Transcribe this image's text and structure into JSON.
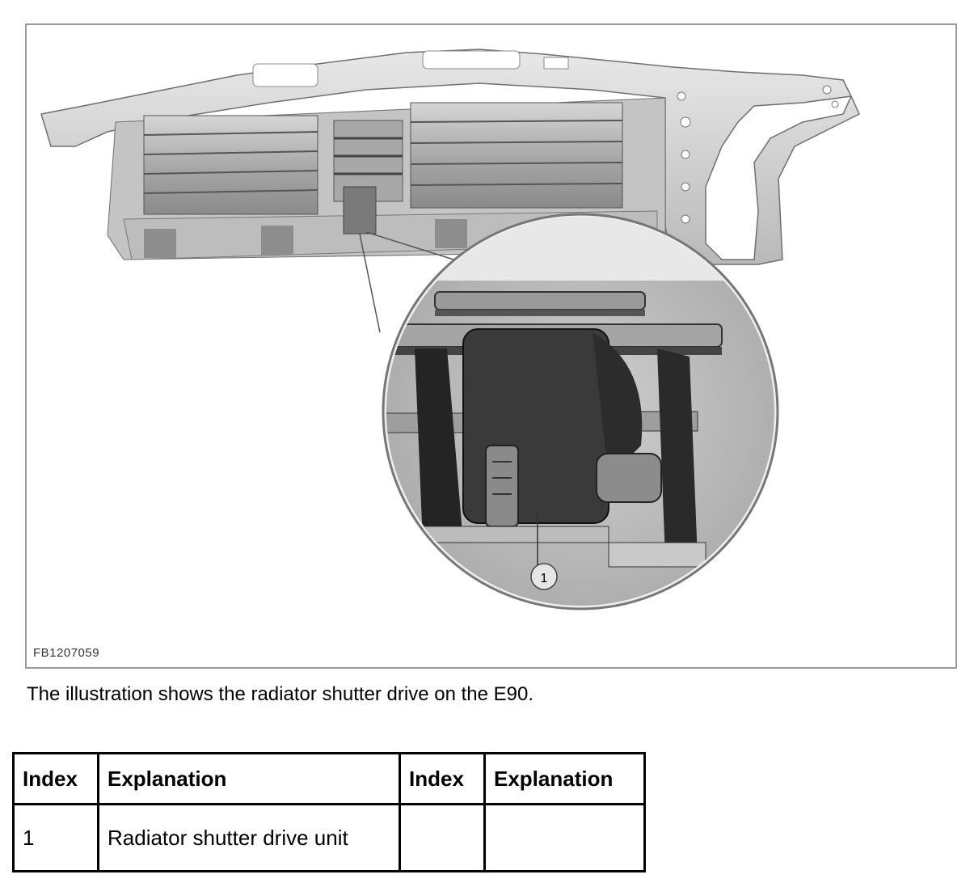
{
  "figure": {
    "id": "FB1207059",
    "callout": "1"
  },
  "caption": "The illustration shows the radiator shutter drive on the E90.",
  "legend_table": {
    "headers": [
      "Index",
      "Explanation",
      "Index",
      "Explanation"
    ],
    "rows": [
      [
        "1",
        "Radiator shutter drive unit",
        "",
        ""
      ]
    ]
  }
}
